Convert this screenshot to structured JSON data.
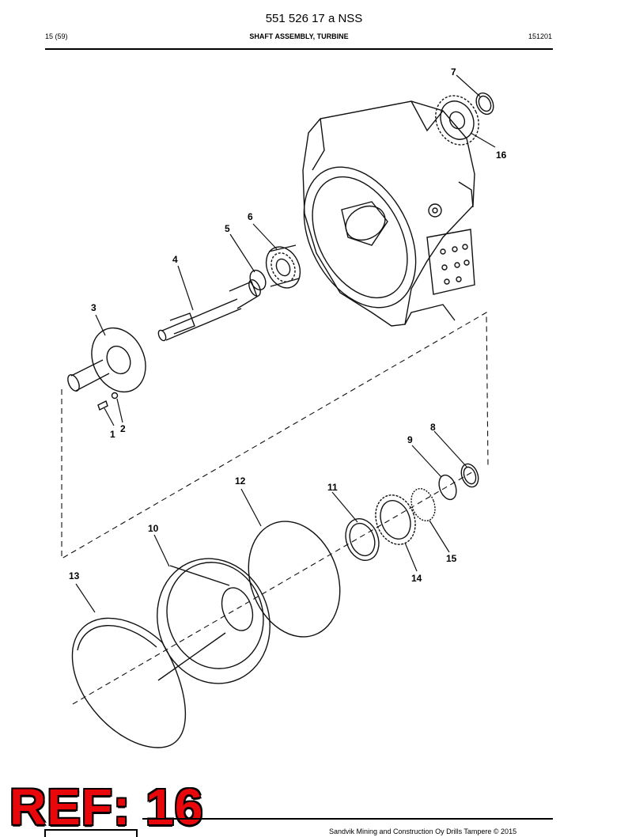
{
  "header": {
    "doc_title": "551 526 17 a NSS",
    "page": "15 (59)",
    "section_title": "SHAFT ASSEMBLY, TURBINE",
    "code": "151201"
  },
  "callouts": {
    "c1": "1",
    "c2": "2",
    "c3": "3",
    "c4": "4",
    "c5": "5",
    "c6": "6",
    "c7": "7",
    "c8": "8",
    "c9": "9",
    "c10": "10",
    "c11": "11",
    "c12": "12",
    "c13": "13",
    "c14": "14",
    "c15": "15",
    "c16": "16"
  },
  "reference": "REF: 16",
  "footer": {
    "copyright": "Sandvik Mining and Construction Oy Drills Tampere © 2015"
  }
}
